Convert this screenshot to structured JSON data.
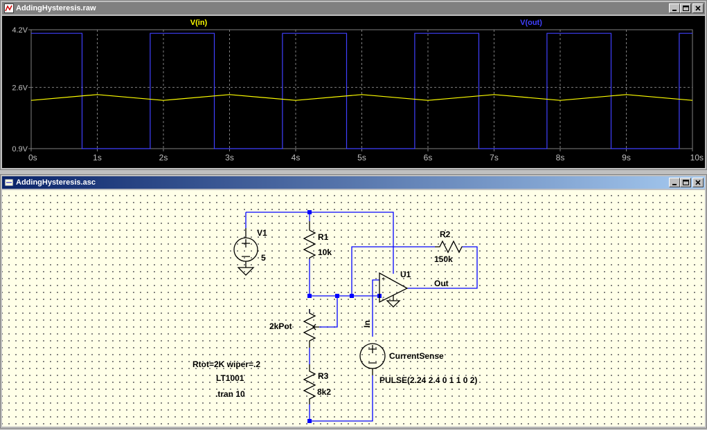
{
  "waveform_window": {
    "title": "AddingHysteresis.raw",
    "trace_labels": [
      {
        "name": "V(in)",
        "color": "#ffff00"
      },
      {
        "name": "V(out)",
        "color": "#4040ff"
      }
    ],
    "y_ticks": [
      "4.2V",
      "2.6V",
      "0.9V"
    ],
    "x_ticks": [
      "0s",
      "1s",
      "2s",
      "3s",
      "4s",
      "5s",
      "6s",
      "7s",
      "8s",
      "9s",
      "10s"
    ]
  },
  "chart_data": {
    "type": "line",
    "xlim": [
      0,
      10
    ],
    "ylim": [
      0.9,
      4.2
    ],
    "xlabel": "",
    "ylabel": "",
    "series": [
      {
        "name": "V(in)",
        "color": "#ffff00",
        "x": [
          0,
          1,
          2,
          3,
          4,
          5,
          6,
          7,
          8,
          9,
          10
        ],
        "y": [
          2.24,
          2.4,
          2.24,
          2.4,
          2.24,
          2.4,
          2.24,
          2.4,
          2.24,
          2.4,
          2.24
        ]
      },
      {
        "name": "V(out)",
        "color": "#4040ff",
        "x": [
          0,
          0.77,
          0.77,
          1.8,
          1.8,
          2.77,
          2.77,
          3.8,
          3.8,
          4.77,
          4.77,
          5.8,
          5.8,
          6.77,
          6.77,
          7.8,
          7.8,
          8.77,
          8.77,
          9.8,
          9.8,
          10
        ],
        "y": [
          4.1,
          4.1,
          0.9,
          0.9,
          4.1,
          4.1,
          0.9,
          0.9,
          4.1,
          4.1,
          0.9,
          0.9,
          4.1,
          4.1,
          0.9,
          0.9,
          4.1,
          4.1,
          0.9,
          0.9,
          4.1,
          4.1
        ]
      }
    ]
  },
  "schematic_window": {
    "title": "AddingHysteresis.asc",
    "labels": {
      "v1_name": "V1",
      "v1_value": "5",
      "r1_name": "R1",
      "r1_value": "10k",
      "r2_name": "R2",
      "r2_value": "150k",
      "u1_name": "U1",
      "out_label": "Out",
      "in_label": "In",
      "pot_name": "2kPot",
      "r3_name": "R3",
      "r3_value": "8k2",
      "cs_name": "CurrentSense",
      "cs_value": "PULSE(2.24 2.4 0 1 1 0 2)",
      "pot_params": "Rtot=2K wiper=.2",
      "opamp_model": "LT1001",
      "tran_directive": ".tran 10",
      "opamp_plus": "+",
      "opamp_minus": "-"
    }
  }
}
